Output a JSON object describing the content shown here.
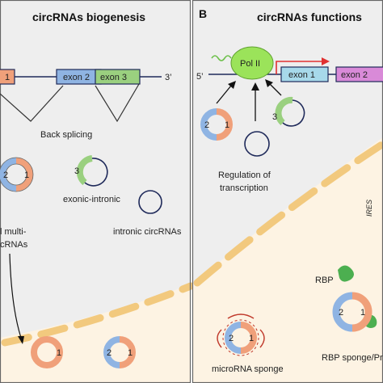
{
  "panel_a": {
    "title": "circRNAs biogenesis",
    "exons": [
      "1",
      "exon 2",
      "exon 3"
    ],
    "three_prime": "3’",
    "back_splicing": "Back splicing",
    "exonic_intronic": "exonic-intronic",
    "intronic": "intronic circRNAs",
    "multi_line1": "l multi-",
    "multi_line2": "cRNAs",
    "circle_numbers": {
      "two": "2",
      "one": "1",
      "three": "3"
    }
  },
  "panel_b": {
    "letter": "B",
    "title": "circRNAs functions",
    "five_prime": "5’",
    "pol2": "Pol II",
    "exons": [
      "exon 1",
      "exon 2"
    ],
    "regulation_line1": "Regulation of",
    "regulation_line2": "transcription",
    "rbp": "RBP",
    "rbp_sponge": "RBP sponge/Pr",
    "microrna_sponge": "microRNA sponge",
    "ires": "IRES",
    "circle_numbers": {
      "two": "2",
      "one": "1",
      "three": "3"
    }
  },
  "colors": {
    "exon_orange": "#f0a07a",
    "exon_blue": "#8fb4e3",
    "exon_green": "#9ad07f",
    "exon_cyan": "#a7d9ea",
    "exon_pink": "#d98ad8",
    "pol2_green": "#9be35a",
    "nucleus_bg": "#eeeeee",
    "cytoplasm_bg": "#fdf3e3",
    "membrane": "#f2c97e",
    "arrow_red": "#e03030",
    "line_navy": "#1f2a5a",
    "mirna_red": "#c0392b"
  }
}
